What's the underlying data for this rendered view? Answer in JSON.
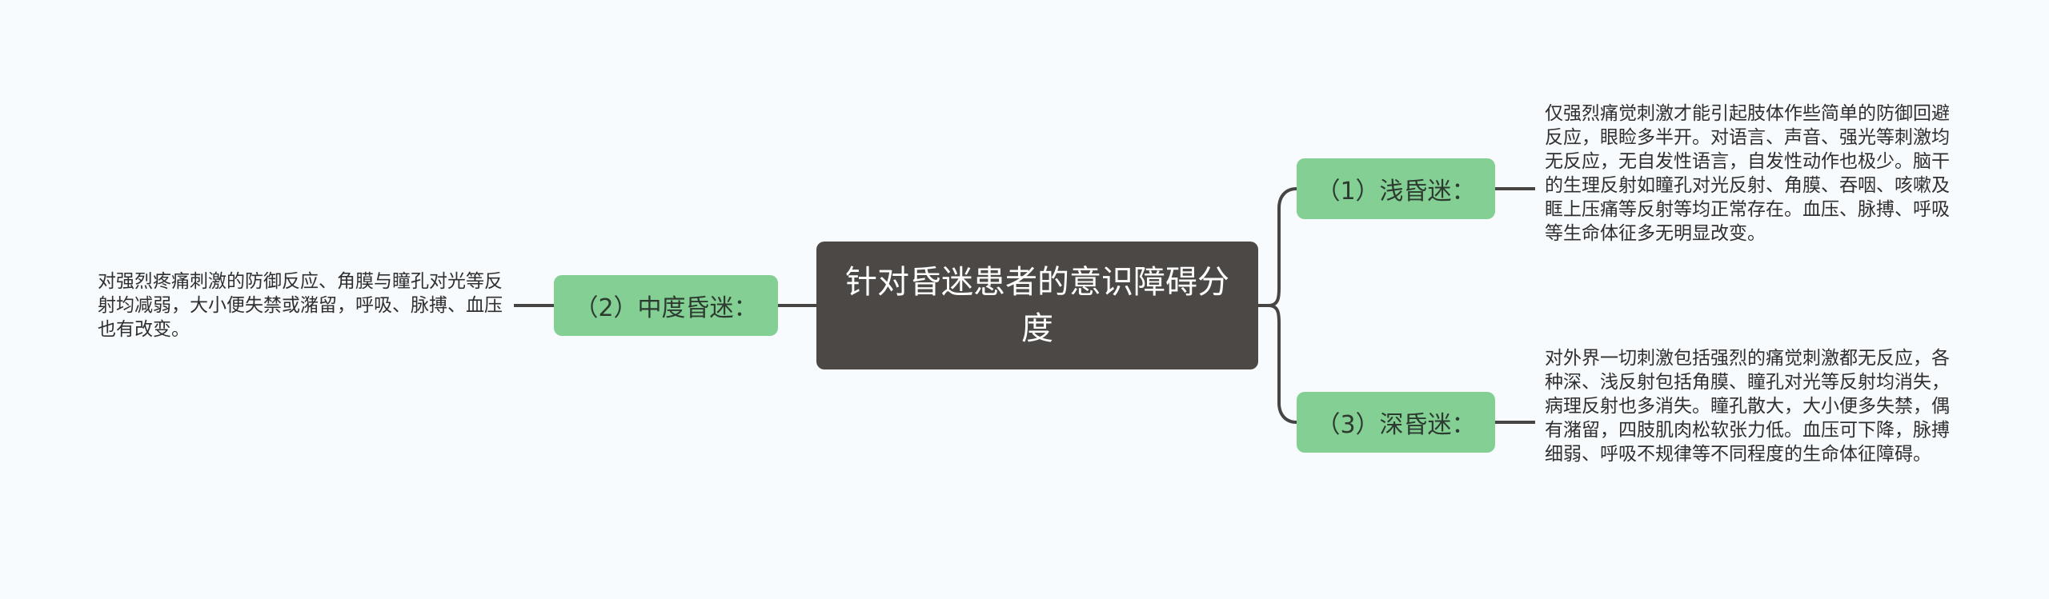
{
  "colors": {
    "background": "#f7fbfd",
    "root_fill": "#4c4846",
    "branch_fill": "#84cf94",
    "connector": "#474544"
  },
  "mindmap": {
    "root": "针对昏迷患者的意识障碍分度",
    "branches": [
      {
        "label": "（1）浅昏迷：",
        "detail": "仅强烈痛觉刺激才能引起肢体作些简单的防御回避反应，眼睑多半开。对语言、声音、强光等刺激均无反应，无自发性语言，自发性动作也极少。脑干的生理反射如瞳孔对光反射、角膜、吞咽、咳嗽及眶上压痛等反射等均正常存在。血压、脉搏、呼吸等生命体征多无明显改变。"
      },
      {
        "label": "（2）中度昏迷：",
        "detail": "对强烈疼痛刺激的防御反应、角膜与瞳孔对光等反射均减弱，大小便失禁或潴留，呼吸、脉搏、血压也有改变。"
      },
      {
        "label": "（3）深昏迷：",
        "detail": "对外界一切刺激包括强烈的痛觉刺激都无反应，各种深、浅反射包括角膜、瞳孔对光等反射均消失，病理反射也多消失。瞳孔散大，大小便多失禁，偶有潴留，四肢肌肉松软张力低。血压可下降，脉搏细弱、呼吸不规律等不同程度的生命体征障碍。"
      }
    ]
  }
}
